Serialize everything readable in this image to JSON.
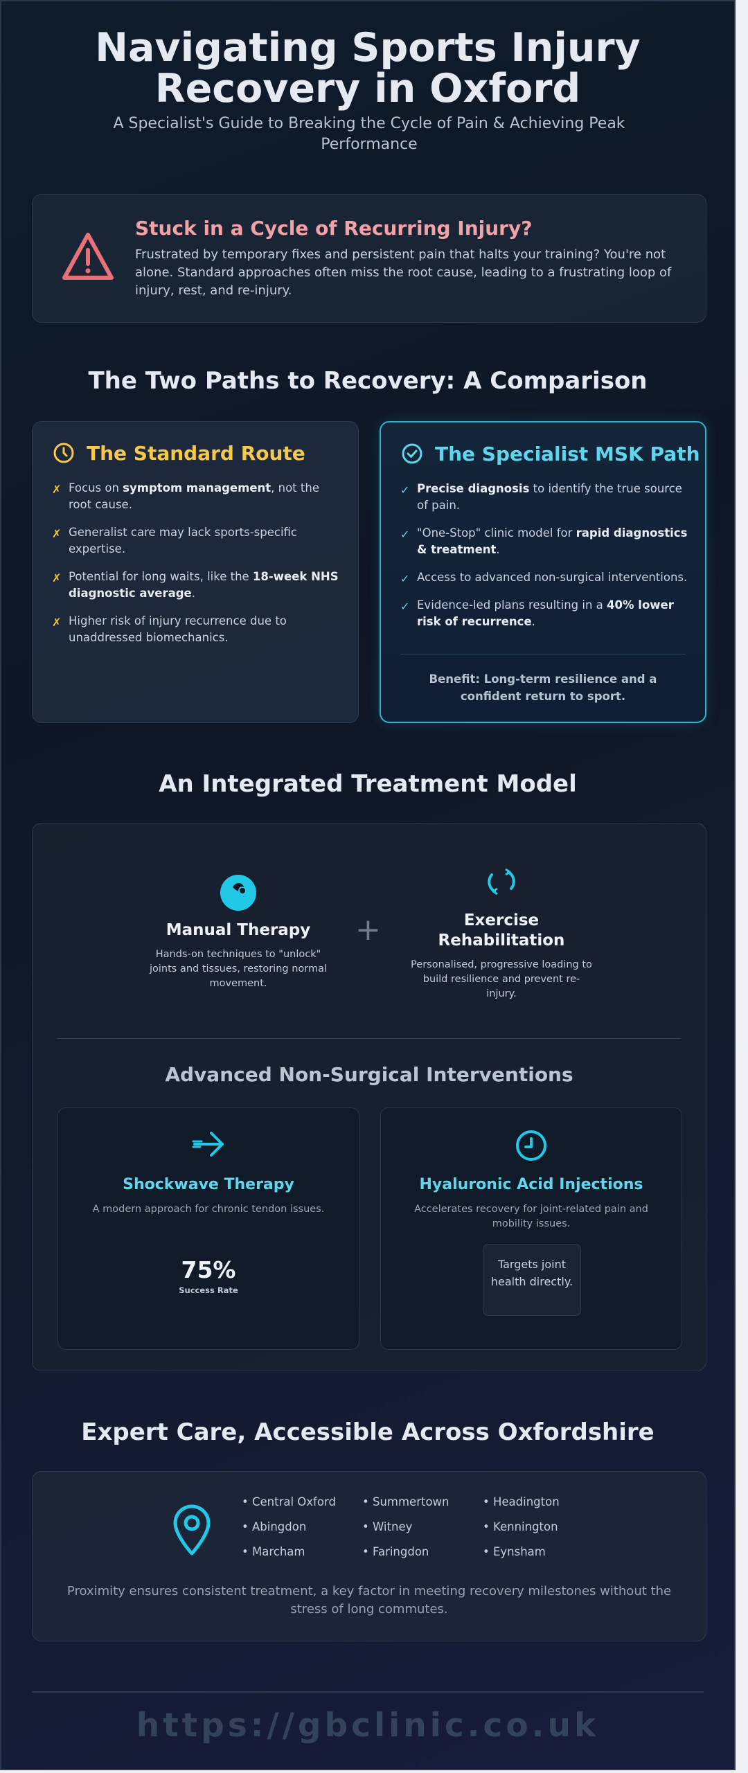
{
  "hero": {
    "title_line1": "Navigating Sports Injury",
    "title_line2": "Recovery in Oxford",
    "subtitle": "A Specialist's Guide to Breaking the Cycle of Pain & Achieving Peak Performance"
  },
  "alert": {
    "icon": "warning-triangle-icon",
    "title": "Stuck in a Cycle of Recurring Injury?",
    "text": "Frustrated by temporary fixes and persistent pain that halts your training? You're not alone. Standard approaches often miss the root cause, leading to a frustrating loop of injury, rest, and re-injury."
  },
  "comparison": {
    "title": "The Two Paths to Recovery: A Comparison",
    "standard": {
      "title": "The Standard Route",
      "icon": "clock-icon",
      "marker": "✗",
      "items": [
        {
          "pre": "Focus on ",
          "bold": "symptom management",
          "post": ", not the root cause."
        },
        {
          "pre": "Generalist care may lack sports-specific expertise.",
          "bold": "",
          "post": ""
        },
        {
          "pre": "Potential for long waits, like the ",
          "bold": "18-week NHS diagnostic average",
          "post": "."
        },
        {
          "pre": "Higher risk of injury recurrence due to unaddressed biomechanics.",
          "bold": "",
          "post": ""
        }
      ]
    },
    "specialist": {
      "title": "The Specialist MSK Path",
      "icon": "check-circle-icon",
      "marker": "✓",
      "items": [
        {
          "pre": "",
          "bold": "Precise diagnosis",
          "post": " to identify the true source of pain."
        },
        {
          "pre": "\"One-Stop\" clinic model for ",
          "bold": "rapid diagnostics & treatment",
          "post": "."
        },
        {
          "pre": "Access to advanced non-surgical interventions.",
          "bold": "",
          "post": ""
        },
        {
          "pre": "Evidence-led plans resulting in a ",
          "bold": "40% lower risk of recurrence",
          "post": "."
        }
      ],
      "benefit": "Benefit: Long-term resilience and a confident return to sport."
    }
  },
  "model": {
    "title": "An Integrated Treatment Model",
    "manual": {
      "title": "Manual Therapy",
      "text": "Hands-on techniques to \"unlock\" joints and tissues, restoring normal movement.",
      "icon": "hand-icon"
    },
    "exercise": {
      "title": "Exercise Rehabilitation",
      "text": "Personalised, progressive loading to build resilience and prevent re-injury.",
      "icon": "refresh-icon"
    },
    "plus": "+",
    "advanced_title": "Advanced Non-Surgical Interventions",
    "shockwave": {
      "title": "Shockwave Therapy",
      "text": "A modern approach for chronic tendon issues.",
      "stat": "75%",
      "stat_label": "Success Rate",
      "icon": "shockwave-arrow-icon"
    },
    "hyaluronic": {
      "title": "Hyaluronic Acid Injections",
      "text": "Accelerates recovery for joint-related pain and mobility issues.",
      "note": "Targets joint health directly.",
      "icon": "clock-icon"
    }
  },
  "locations": {
    "title": "Expert Care, Accessible Across Oxfordshire",
    "icon": "map-pin-icon",
    "col1": [
      "• Central Oxford",
      "• Abingdon",
      "• Marcham"
    ],
    "col2": [
      "• Summertown",
      "• Witney",
      "• Faringdon"
    ],
    "col3": [
      "• Headington",
      "• Kennington",
      "• Eynsham"
    ],
    "note": "Proximity ensures consistent treatment, a key factor in meeting recovery milestones without the stress of long commutes."
  },
  "footer": {
    "url": "https://gbclinic.co.uk"
  },
  "colors": {
    "accent_cyan": "#22c9e6",
    "accent_yellow": "#f7c948",
    "alert_red": "#e8717a"
  }
}
